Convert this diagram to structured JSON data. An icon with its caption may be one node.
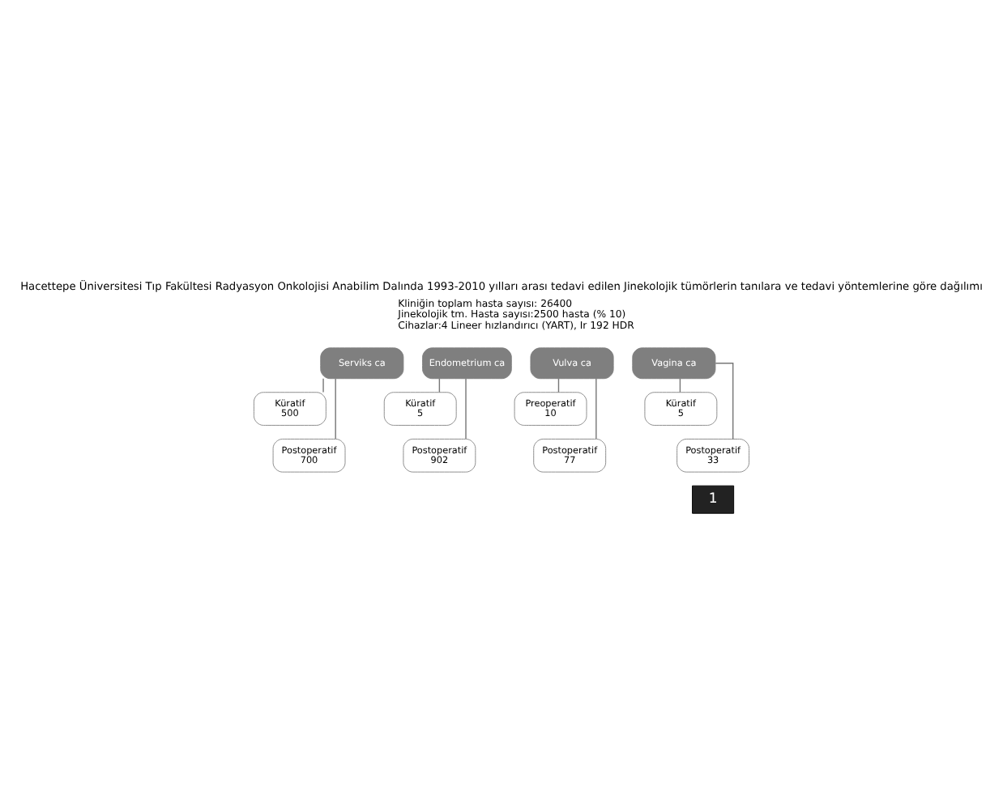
{
  "diagram": {
    "title": "Hacettepe Üniversitesi Tıp Fakültesi Radyasyon Onkolojisi Anabilim Dalında 1993-2010 yılları arası tedavi edilen Jinekolojik tümörlerin tanılara ve tedavi yöntemlerine göre dağılımı",
    "nodes": [
      {
        "text": [
          "Serviks ca"
        ]
      },
      {
        "text": [
          "Küratif",
          "500"
        ]
      },
      {
        "text": [
          "Postoperatif",
          "700"
        ]
      },
      {
        "text": [
          "Endometrium ca"
        ]
      },
      {
        "text": [
          "Küratif",
          "5"
        ]
      },
      {
        "text": [
          "Postoperatif",
          "902"
        ]
      },
      {
        "text": [
          "Vulva ca"
        ]
      },
      {
        "text": [
          "Preoperatif",
          "10"
        ]
      },
      {
        "text": [
          "Postoperatif",
          "77"
        ]
      },
      {
        "text": [
          "Vagina ca"
        ]
      },
      {
        "text": [
          "Küratif",
          "5"
        ]
      },
      {
        "text": [
          "Postoperatif",
          "33"
        ]
      }
    ],
    "edges": [
      {
        "from": 0,
        "to": 1,
        "arrow": "none"
      },
      {
        "from": 0,
        "to": 2,
        "arrow": "none"
      },
      {
        "from": 3,
        "to": 4,
        "arrow": "none"
      },
      {
        "from": 3,
        "to": 5,
        "arrow": "none"
      },
      {
        "from": 6,
        "to": 7,
        "arrow": "none"
      },
      {
        "from": 6,
        "to": 8,
        "arrow": "none"
      },
      {
        "from": 9,
        "to": 10,
        "arrow": "none"
      },
      {
        "from": 9,
        "to": 11,
        "arrow": "none"
      }
    ],
    "labels": [
      "Kliniğin toplam hasta sayısı: 26400",
      "Jinekolojik tm. Hasta sayısı:2500 hasta (% 10)",
      "Cihazlar:4 Lineer hızlandırıcı (YART), Ir 192 HDR",
      "1"
    ]
  }
}
